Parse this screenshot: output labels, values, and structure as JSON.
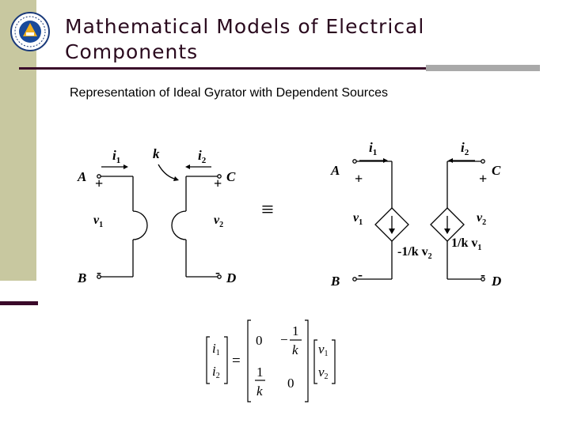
{
  "slide": {
    "title": "Mathematical Models of Electrical Components",
    "subtitle": "Representation of Ideal Gyrator with Dependent Sources"
  },
  "left_circuit": {
    "node_a": "A",
    "node_b": "B",
    "node_c": "C",
    "node_d": "D",
    "current_1": "i",
    "current_1_sub": "1",
    "current_2": "i",
    "current_2_sub": "2",
    "coupling": "k",
    "voltage_1": "v",
    "voltage_1_sub": "1",
    "voltage_2": "v",
    "voltage_2_sub": "2",
    "plus": "+",
    "minus": "-"
  },
  "equiv_symbol": "≡",
  "right_circuit": {
    "node_a": "A",
    "node_b": "B",
    "node_c": "C",
    "node_d": "D",
    "current_1": "i",
    "current_1_sub": "1",
    "current_2": "i",
    "current_2_sub": "2",
    "voltage_1": "v",
    "voltage_1_sub": "1",
    "voltage_2": "v",
    "voltage_2_sub": "2",
    "source_left_coef": "-1/k v",
    "source_left_sub": "2",
    "source_right_coef": "1/k v",
    "source_right_sub": "1",
    "plus": "+",
    "minus": "-"
  },
  "matrix_equation": {
    "lhs_1": "i",
    "lhs_1_sub": "1",
    "lhs_2": "i",
    "lhs_2_sub": "2",
    "equals": "=",
    "m11": "0",
    "m12_sign": "−",
    "m12_num": "1",
    "m12_den": "k",
    "m21_num": "1",
    "m21_den": "k",
    "m22": "0",
    "rhs_1": "v",
    "rhs_1_sub": "1",
    "rhs_2": "v",
    "rhs_2_sub": "2"
  },
  "colors": {
    "sidebar": "#c8c8a0",
    "title": "#2a0a1e",
    "rule": "#3a0a2a",
    "rule_grey": "#a9a9a9"
  }
}
